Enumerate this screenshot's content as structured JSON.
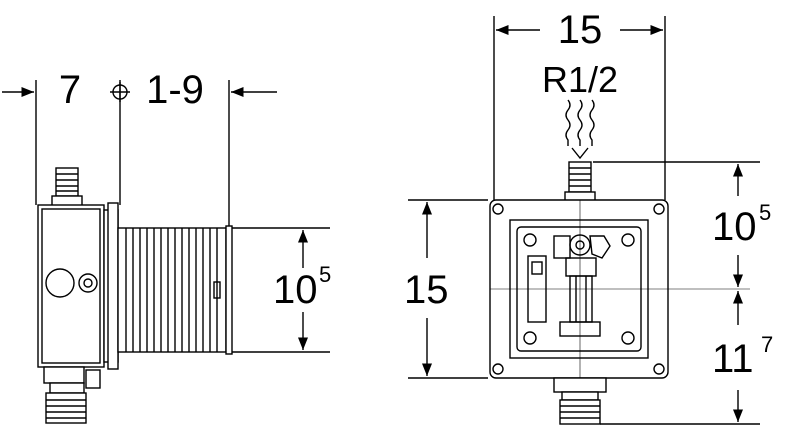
{
  "side_view": {
    "dim_depth": "7",
    "dim_adjust": "1-9",
    "dim_height": {
      "base": "10",
      "sup": "5"
    },
    "dim_sep": "—",
    "centre_mark_icon": "crosshair-icon"
  },
  "front_view": {
    "dim_width": "15",
    "thread": "R1/2",
    "dim_height": "15",
    "dim_upper": {
      "base": "10",
      "sup": "5"
    },
    "dim_lower": {
      "base": "11",
      "sup": "7"
    },
    "water_icon": "water-flow-icon"
  },
  "colors": {
    "line": "#000000",
    "shade": "#d9d9d9",
    "bg": "#ffffff"
  }
}
